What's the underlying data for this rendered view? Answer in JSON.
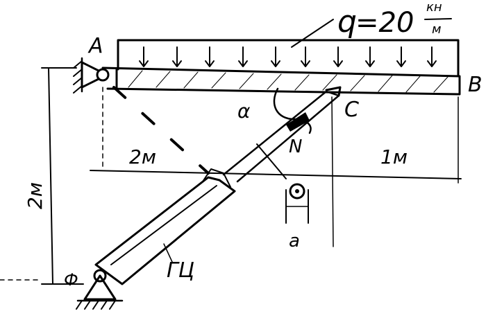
{
  "load": {
    "symbol": "q",
    "value": "=20",
    "unit_num": "кн",
    "unit_den": "м"
  },
  "points": {
    "A": "A",
    "B": "B",
    "C": "C",
    "N": "N",
    "D": "Ф"
  },
  "dimensions": {
    "ac_horizontal": "2м",
    "cb_horizontal": "1м",
    "height": "2м"
  },
  "angle": "α",
  "cylinder_label": "ГЦ",
  "section_label": "а"
}
